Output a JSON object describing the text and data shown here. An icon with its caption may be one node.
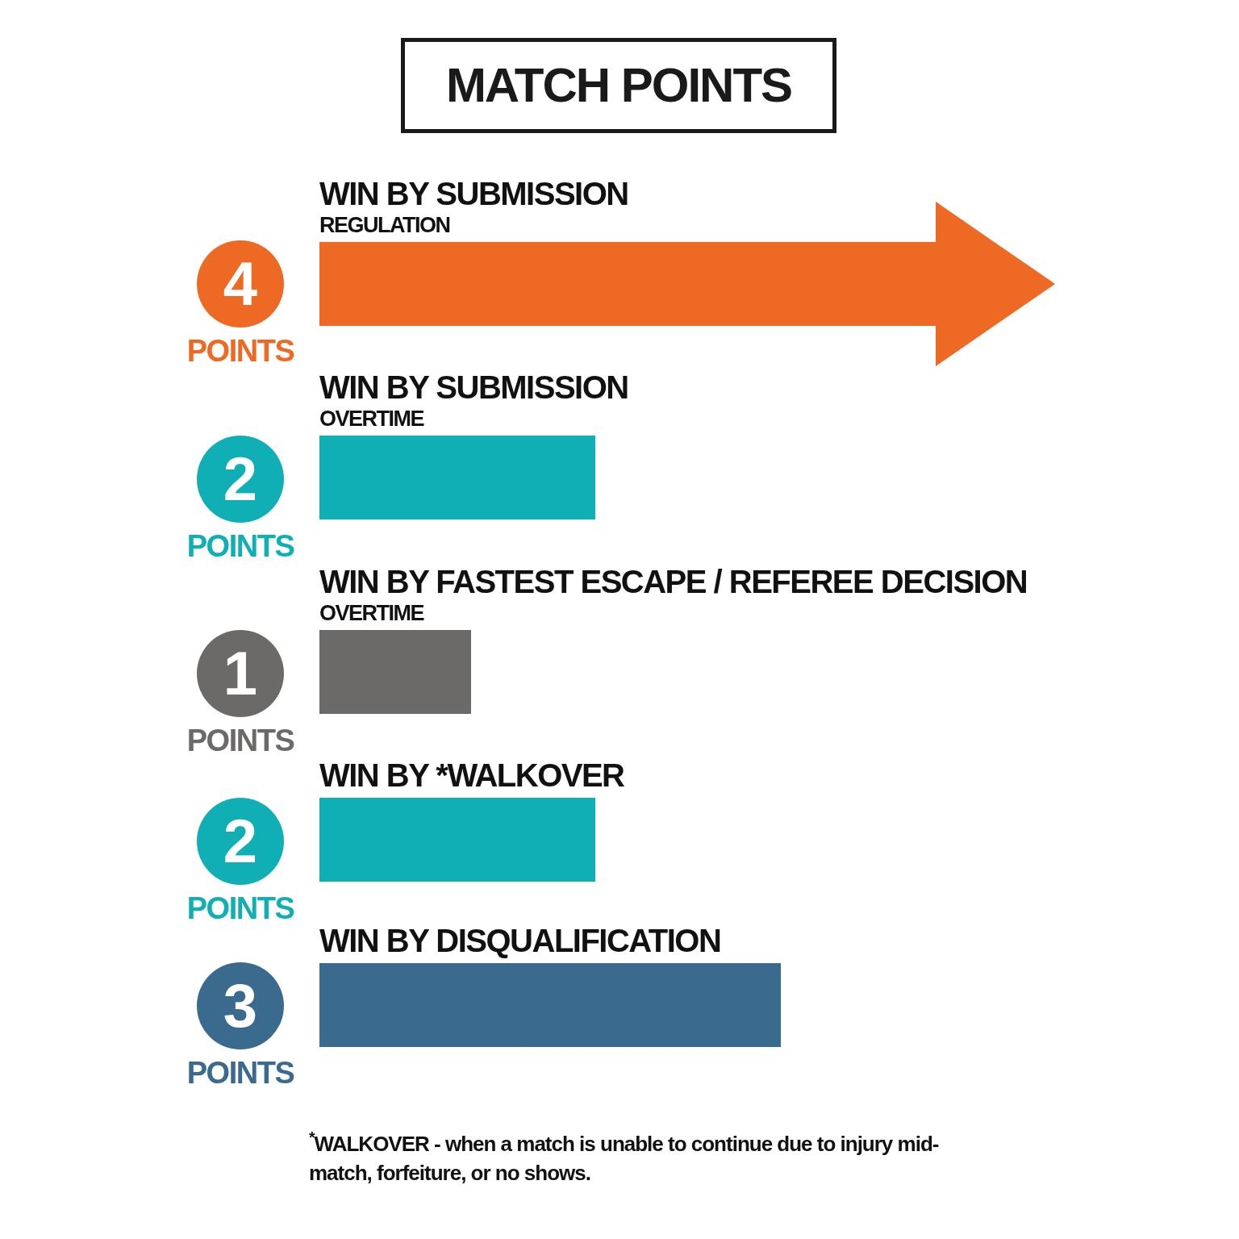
{
  "diagram": {
    "title": "MATCH POINTS",
    "nodes": [
      {
        "text": [
          "WIN BY SUBMISSION",
          "REGULATION"
        ]
      },
      {
        "text": [
          "4"
        ],
        "beside": [
          "POINTS"
        ]
      },
      {
        "text": [
          "WIN BY SUBMISSION",
          "OVERTIME"
        ]
      },
      {
        "text": [
          "2"
        ],
        "beside": [
          "POINTS"
        ]
      },
      {
        "text": [
          "WIN BY FASTEST ESCAPE / REFEREE DECISION",
          "OVERTIME"
        ]
      },
      {
        "text": [
          "1"
        ],
        "beside": [
          "POINTS"
        ]
      },
      {
        "text": [
          "WIN BY *WALKOVER"
        ]
      },
      {
        "text": [
          "2"
        ],
        "beside": [
          "POINTS"
        ]
      },
      {
        "text": [
          "WIN BY DISQUALIFICATION"
        ]
      },
      {
        "text": [
          "3"
        ],
        "beside": [
          "POINTS"
        ]
      }
    ],
    "labels": [
      "$^{*}$**WALKOVER** - when a match is unable to continue due to injury mid-match, forfeiture, or no shows."
    ]
  }
}
